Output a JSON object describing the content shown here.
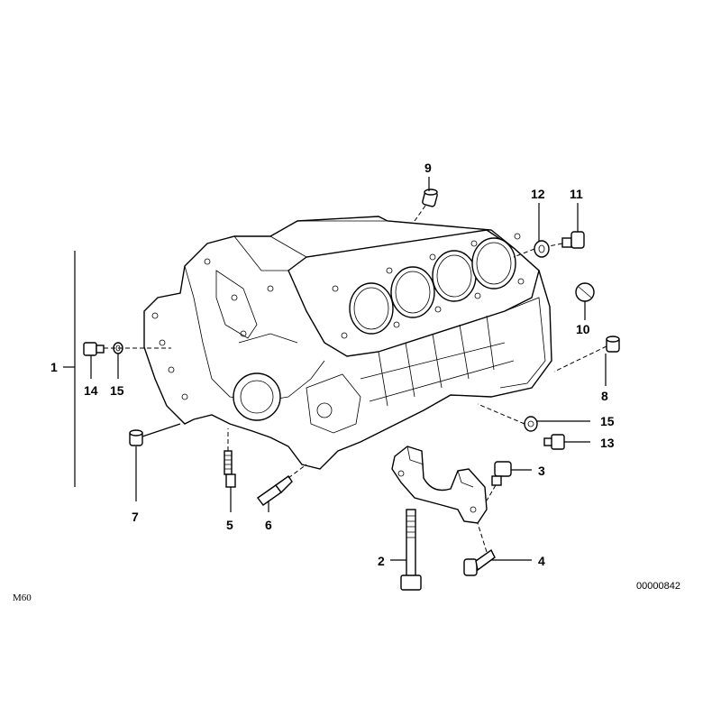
{
  "diagram": {
    "model_label": "M60",
    "image_ref": "00000842",
    "callouts": [
      "1",
      "14",
      "15",
      "7",
      "5",
      "6",
      "9",
      "12",
      "11",
      "10",
      "8",
      "15",
      "13",
      "3",
      "2",
      "4"
    ]
  }
}
